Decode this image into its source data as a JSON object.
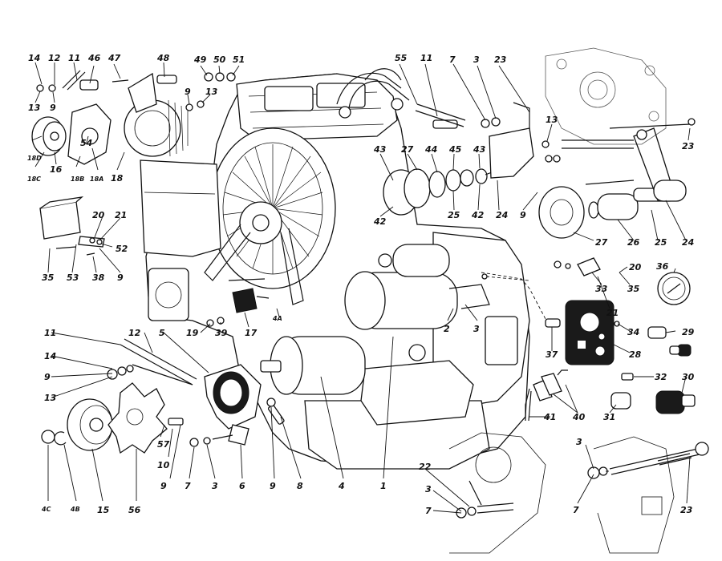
{
  "diagram": {
    "labels": [
      "14",
      "12",
      "11",
      "46",
      "47",
      "48",
      "49",
      "50",
      "51",
      "13",
      "9",
      "9",
      "13",
      "54",
      "18D",
      "16",
      "18C",
      "18B",
      "18A",
      "18",
      "55",
      "11",
      "7",
      "3",
      "23",
      "13",
      "23",
      "43",
      "27",
      "44",
      "45",
      "43",
      "42",
      "25",
      "42",
      "24",
      "9",
      "27",
      "26",
      "25",
      "24",
      "20",
      "21",
      "52",
      "35",
      "53",
      "38",
      "9",
      "33",
      "20",
      "35",
      "21",
      "36",
      "34",
      "29",
      "37",
      "28",
      "32",
      "30",
      "31",
      "40",
      "41",
      "11",
      "12",
      "5",
      "19",
      "39",
      "17",
      "4A",
      "14",
      "9",
      "13",
      "2",
      "3",
      "57",
      "10",
      "9",
      "7",
      "3",
      "6",
      "9",
      "8",
      "4",
      "1",
      "4C",
      "4B",
      "15",
      "56",
      "22",
      "3",
      "7",
      "3",
      "7",
      "23"
    ]
  }
}
